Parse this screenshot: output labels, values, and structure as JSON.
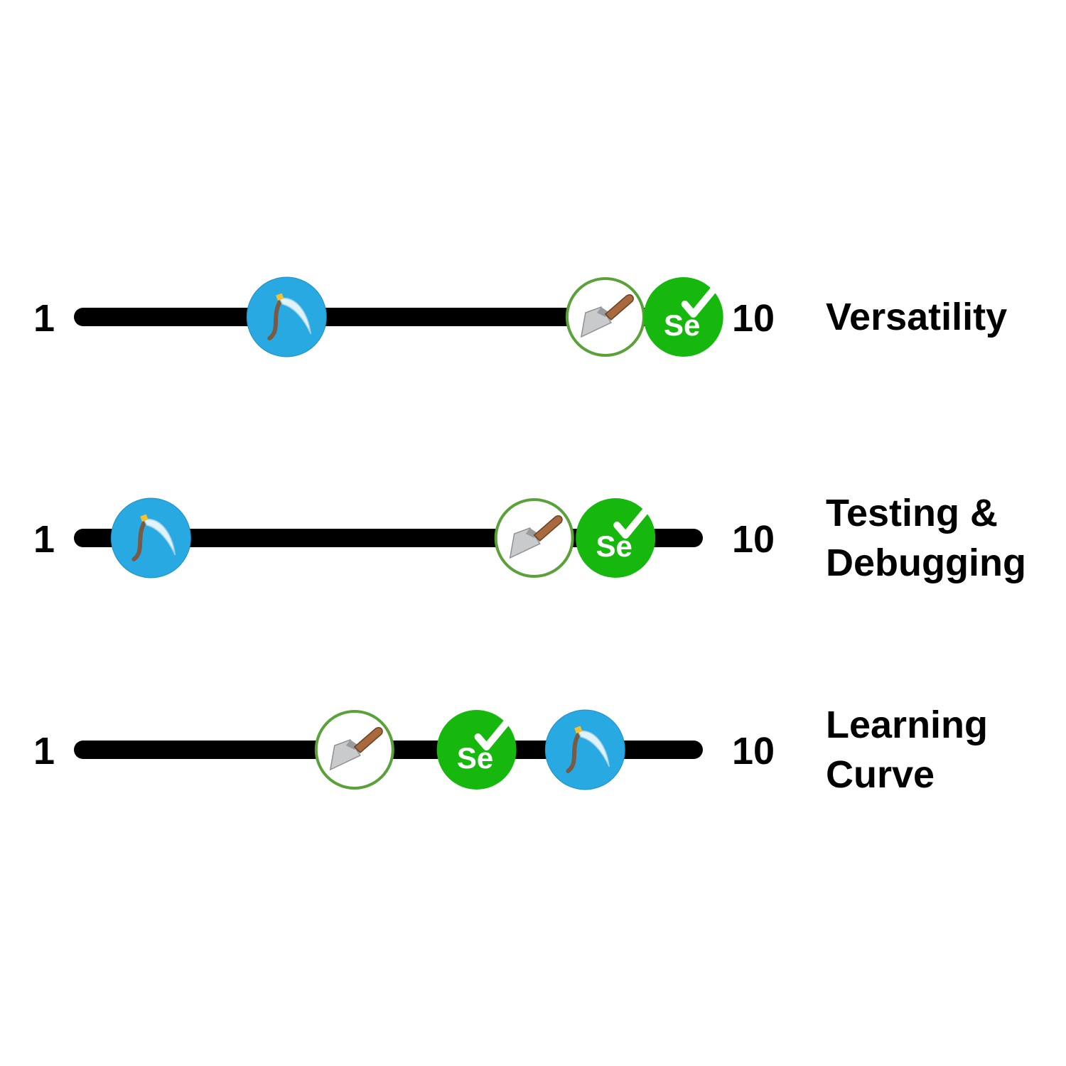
{
  "chart_data": {
    "type": "scatter",
    "scale": {
      "min": 1,
      "max": 10,
      "min_label": "1",
      "max_label": "10"
    },
    "tools": [
      {
        "key": "scythe",
        "icon": "scythe-icon",
        "color": "#29a9e1"
      },
      {
        "key": "scraper",
        "icon": "putty-knife-icon",
        "color": "#ffffff",
        "border": "#5aa13a"
      },
      {
        "key": "selenium",
        "icon": "selenium-logo-icon",
        "color": "#16b80e",
        "text": "Se"
      }
    ],
    "rows": [
      {
        "label_lines": [
          "Versatility"
        ],
        "values": {
          "scythe": 4.0,
          "scraper": 8.7,
          "selenium": 9.85
        }
      },
      {
        "label_lines": [
          "Testing &",
          "Debugging"
        ],
        "values": {
          "scythe": 2.0,
          "scraper": 7.65,
          "selenium": 8.85
        }
      },
      {
        "label_lines": [
          "Learning",
          "Curve"
        ],
        "values": {
          "scythe": 8.4,
          "scraper": 5.0,
          "selenium": 6.8
        }
      }
    ]
  }
}
